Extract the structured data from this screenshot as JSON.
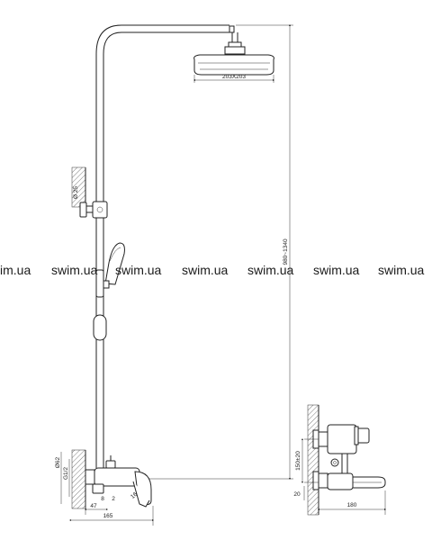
{
  "dimensions": {
    "head_size": "203X203",
    "height_range": "980~1340",
    "phi_label": "Ø 25",
    "g12_vertical": "G1/2",
    "phi62": "Ø62",
    "dim_47": "47",
    "dim_165": "165",
    "dim_150": "150±20",
    "dim_20": "20",
    "dim_180": "180",
    "angle_16": "16",
    "dim_8": "8",
    "dim_2": "2"
  },
  "watermark": [
    "im.ua",
    "swim.ua",
    "swim.ua",
    "swim.ua",
    "swim.ua",
    "swim.ua",
    "swim.ua"
  ]
}
